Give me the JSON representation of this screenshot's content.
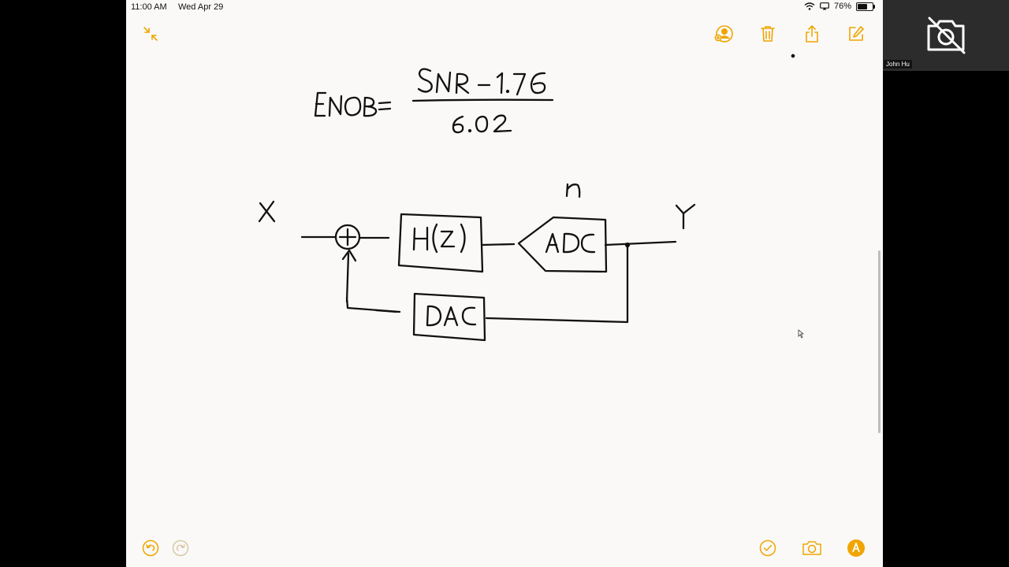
{
  "status_bar": {
    "time": "11:00 AM",
    "date": "Wed Apr 29",
    "battery_percent": "76%",
    "battery_level": 0.76
  },
  "toolbar": {
    "left_icons": [
      "collapse-arrows-icon"
    ],
    "right_icons": [
      "collaborate-icon",
      "trash-icon",
      "share-icon",
      "compose-icon"
    ]
  },
  "bottom_bar": {
    "left_icons": [
      "undo-icon",
      "redo-icon"
    ],
    "right_icons": [
      "checklist-icon",
      "camera-icon",
      "markup-pen-icon"
    ]
  },
  "accent_color": "#f0a500",
  "note_sketch": {
    "formula": {
      "lhs": "ENOB=",
      "numerator": "SNR - 1.76",
      "denominator": "6.02"
    },
    "diagram": {
      "input_label": "X",
      "output_label": "Y",
      "noise_label": "n",
      "blocks": [
        "H(z)",
        "ADC",
        "DAC"
      ]
    }
  },
  "video_tile": {
    "participant_name": "John Hu",
    "camera_state_icon": "camera-off-icon"
  }
}
